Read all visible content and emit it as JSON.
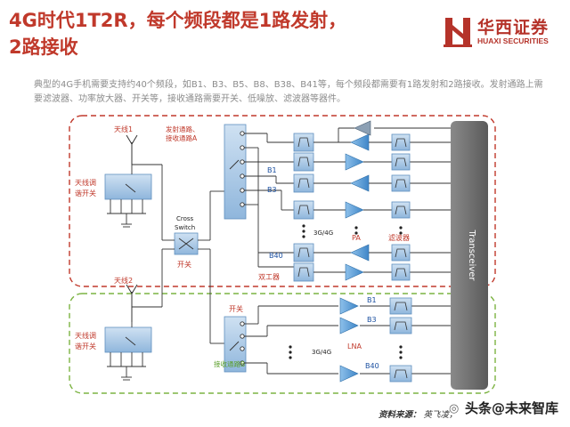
{
  "slide": {
    "title_line1": "4G时代1T2R，每个频段都是1路发射，",
    "title_line2": "2路接收",
    "description": "典型的4G手机需要支持约40个频段，如B1、B3、B5、B8、B38、B41等，每个频段都需要有1路发射和2路接收。发射通路上需要滤波器、功率放大器、开关等，接收通路需要开关、低噪放、滤波器等器件。"
  },
  "logo": {
    "name_cn": "华西证券",
    "name_en": "HUAXI SECURITIES",
    "color": "#b5332a"
  },
  "diagram": {
    "antenna1": "天线1",
    "antenna2": "天线2",
    "antenna_switch_1": [
      "天线调",
      "谐开关"
    ],
    "antenna_switch_2": [
      "天线调",
      "谐开关"
    ],
    "cross_switch": [
      "Cross",
      "Switch"
    ],
    "switch_label": "开关",
    "tx_path_label": [
      "发射通路、",
      "接收通路A"
    ],
    "rx_path_b_label": "接收通路B",
    "bands_top": [
      "B1",
      "B3",
      "B40"
    ],
    "bands_bottom": [
      "B1",
      "B3",
      "B40"
    ],
    "mode_label_top": "3G/4G",
    "mode_label_bottom": "3G/4G",
    "pa_label": "PA",
    "filter_label": "滤波器",
    "duplexer_label": "双工器",
    "lna_label": "LNA",
    "bottom_switch_label": "开关",
    "transceiver": "Transceiver",
    "colors": {
      "red_box": "#c0392b",
      "green_box": "#7cb342",
      "block_blue": "#a9c8e6",
      "amp_blue": "#5fa0d8",
      "transceiver": "#6e6e6e",
      "label_red": "#c0392b",
      "label_blue": "#1a4fa0",
      "label_green": "#5a9e2a"
    }
  },
  "source": {
    "label": "资料来源：",
    "text": "英飞凌，"
  },
  "watermark": "头条@未来智库"
}
